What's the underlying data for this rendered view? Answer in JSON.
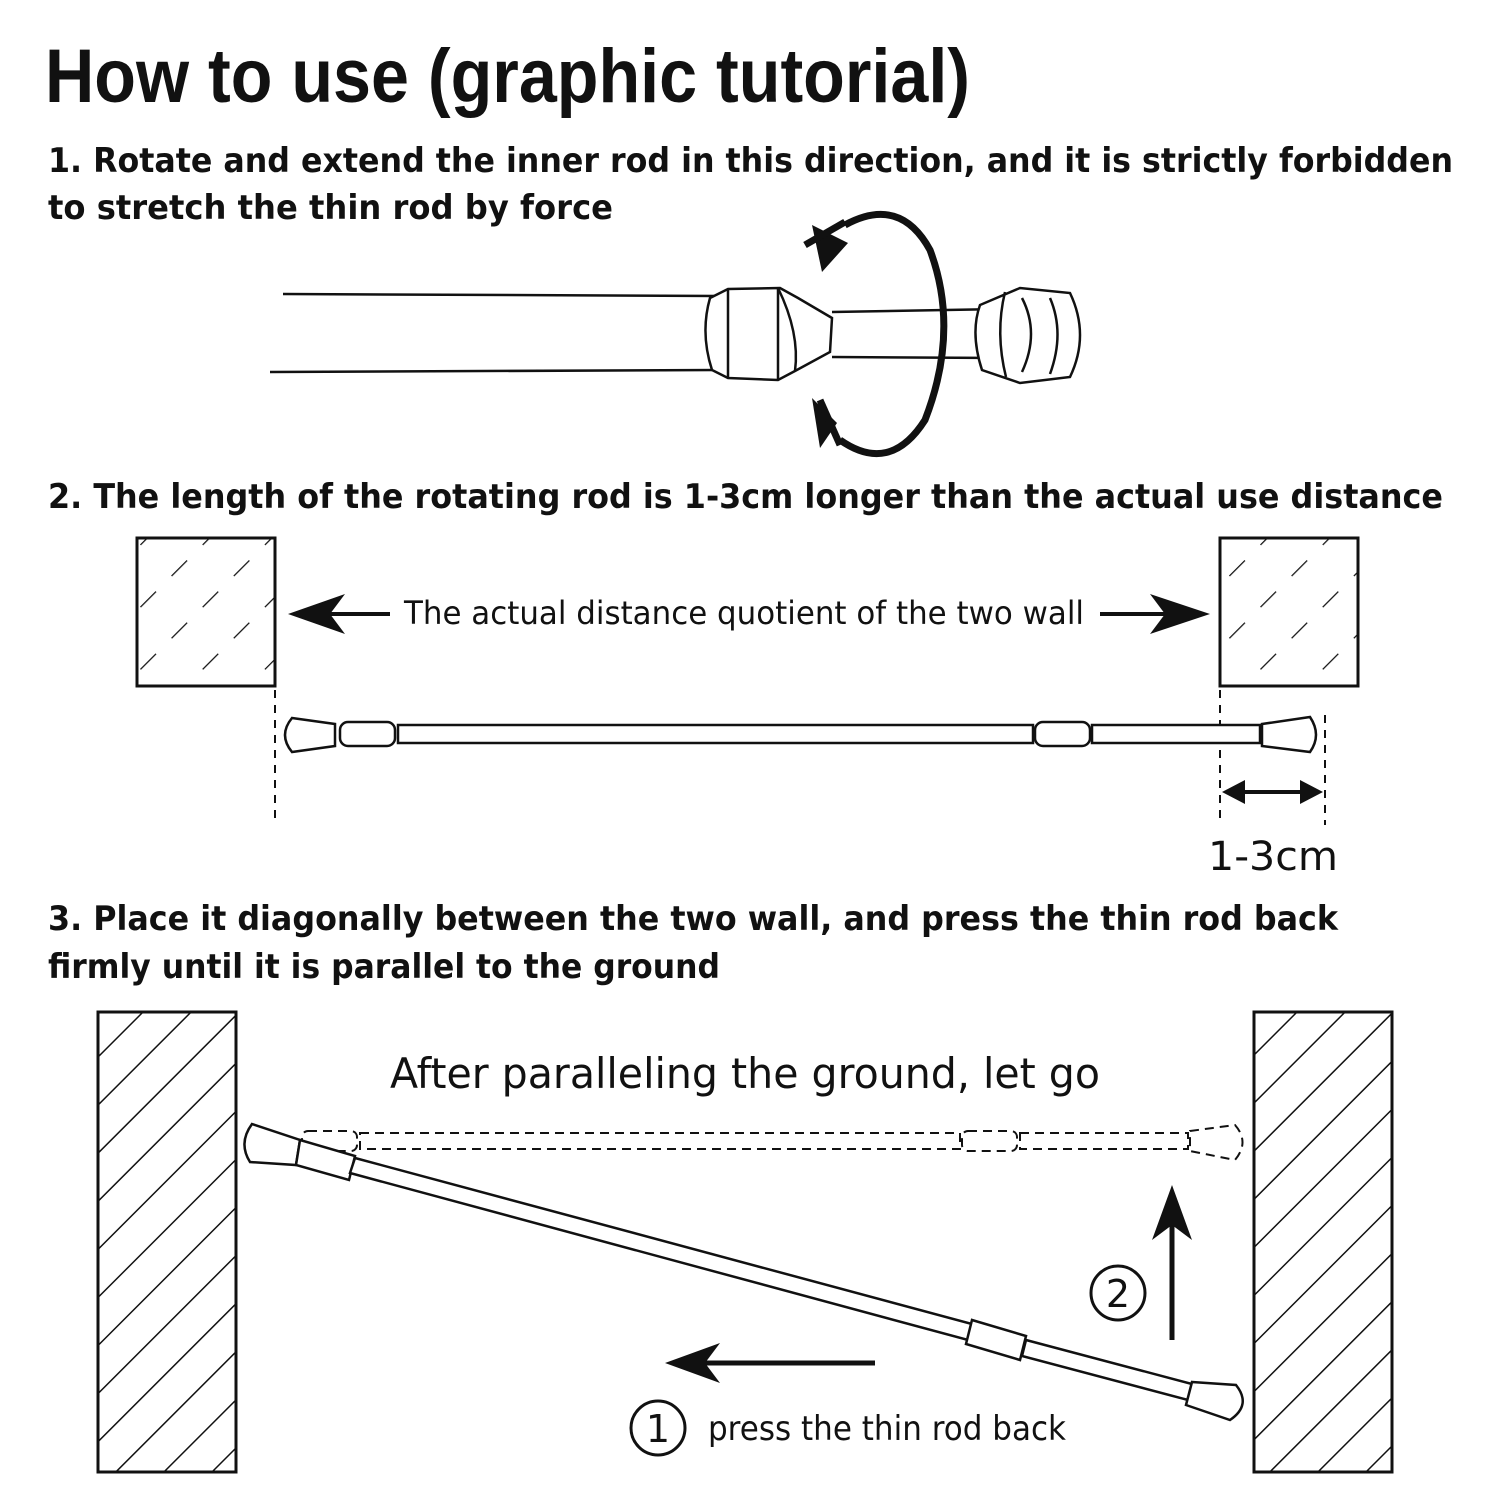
{
  "title": "How to use (graphic tutorial)",
  "steps": [
    {
      "line1": "1. Rotate and extend the inner rod in this direction, and it is strictly forbidden",
      "line2": "to stretch the thin rod by force"
    },
    {
      "line1": "2. The length of the rotating rod is 1-3cm longer than the actual use distance"
    },
    {
      "line1": "3. Place it diagonally between the two wall, and press the thin rod back",
      "line2": "firmly until it is parallel to the ground"
    }
  ],
  "labels": {
    "wall_distance": "The actual distance quotient of the two wall",
    "extra_length": "1-3cm",
    "after_parallel": "After paralleling the ground, let go",
    "press_back": "press the thin rod back",
    "marker_1": "1",
    "marker_2": "2"
  },
  "colors": {
    "ink": "#111111",
    "background": "#ffffff"
  }
}
